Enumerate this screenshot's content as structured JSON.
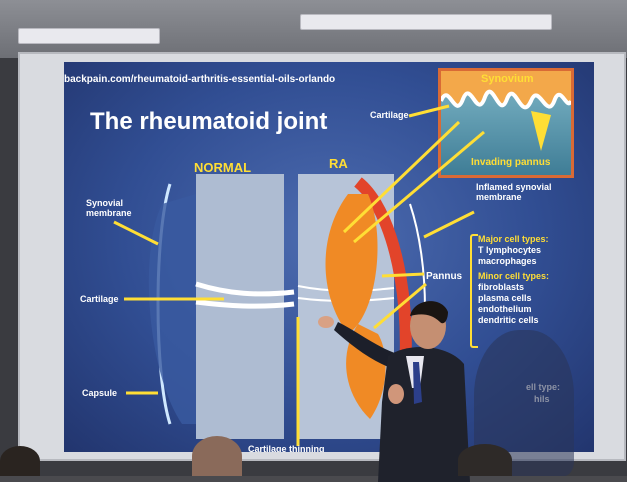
{
  "slide": {
    "url": "backpain.com/rheumatoid-arthritis-essential-oils-orlando",
    "title": "The rheumatoid joint",
    "header_normal": "NORMAL",
    "header_ra": "RA",
    "inset_synovium": "Synovium",
    "inset_invading": "Invading pannus",
    "label_cartilage_top": "Cartilage",
    "label_synovial": "Synovial membrane",
    "label_cartilage": "Cartilage",
    "label_capsule": "Capsule",
    "label_inflamed": "Inflamed synovial membrane",
    "label_pannus": "Pannus",
    "label_thinning": "Cartilage thinning",
    "major_header": "Major cell types:",
    "major_items": [
      "T lymphocytes",
      "macrophages"
    ],
    "minor_header": "Minor cell types:",
    "minor_items": [
      "fibroblasts",
      "plasma cells",
      "endothelium",
      "dendritic cells"
    ],
    "partial_cell_type": "ell type:",
    "partial_phils": "hils"
  },
  "colors": {
    "slide_blue": "#314e93",
    "accent_yellow": "#ffde35",
    "synovium_orange": "#f08a25",
    "inflamed_red": "#e2442a"
  }
}
